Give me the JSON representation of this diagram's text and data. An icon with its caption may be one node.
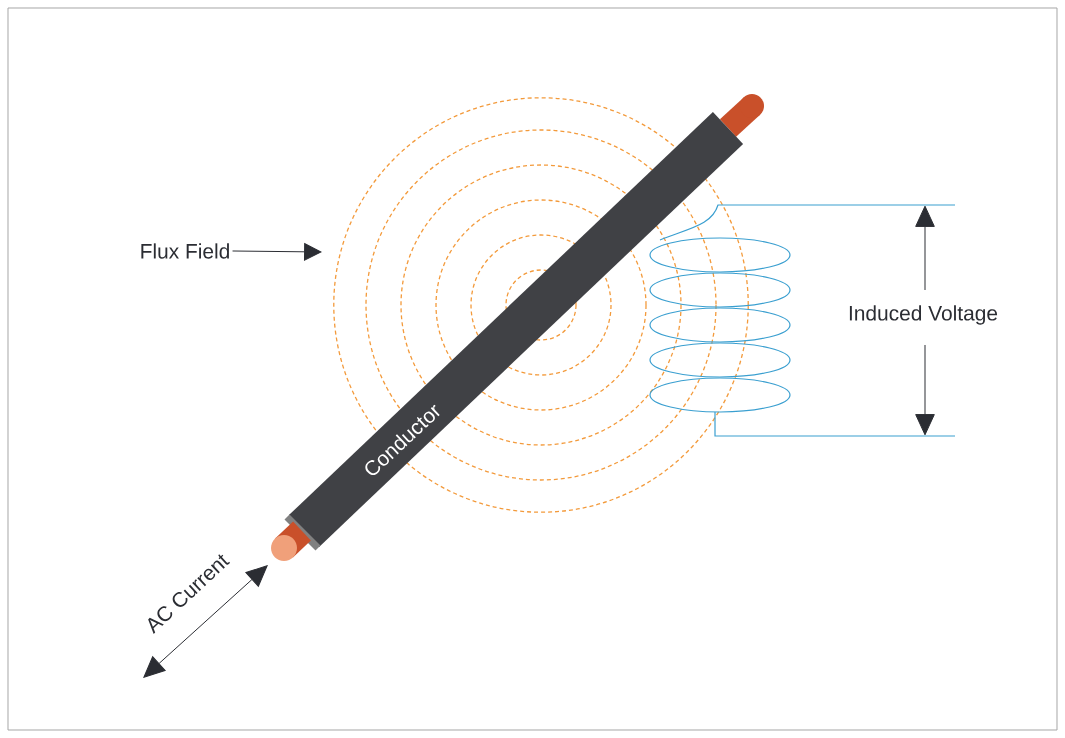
{
  "diagram": {
    "nodes": [
      {
        "text": [
          "Flux Field"
        ]
      },
      {
        "text": [],
        "shape": "circle"
      }
    ],
    "edges": [
      {
        "from": 0,
        "to": 1,
        "arrow": "to"
      }
    ],
    "labels": [
      "Conductor",
      "AC Current",
      "Induced Voltage"
    ]
  }
}
